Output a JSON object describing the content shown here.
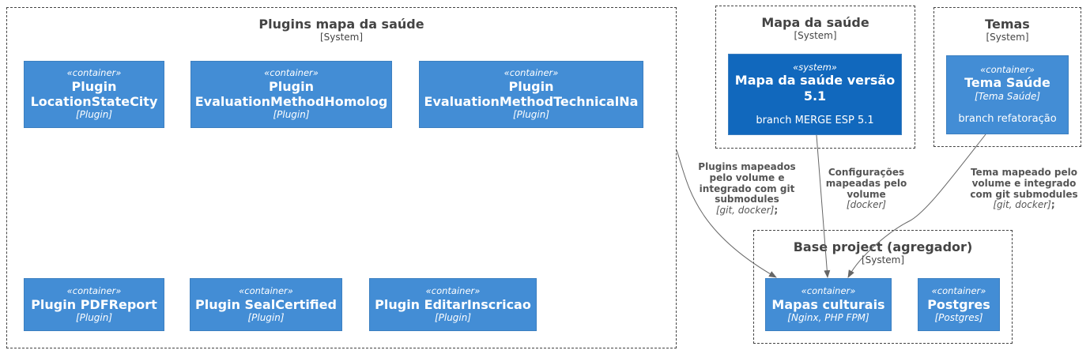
{
  "boundaries": {
    "plugins": {
      "title": "Plugins mapa da saúde",
      "subtitle": "[System]"
    },
    "mapa": {
      "title": "Mapa da saúde",
      "subtitle": "[System]"
    },
    "temas": {
      "title": "Temas",
      "subtitle": "[System]"
    },
    "base": {
      "title": "Base project (agregador)",
      "subtitle": "[System]"
    }
  },
  "nodes": {
    "location": {
      "stereotype": "«container»",
      "title_1": "Plugin",
      "title_2": "LocationStateCity",
      "tech": "[Plugin]"
    },
    "homolog": {
      "stereotype": "«container»",
      "title_1": "Plugin",
      "title_2": "EvaluationMethodHomolog",
      "tech": "[Plugin]"
    },
    "technical": {
      "stereotype": "«container»",
      "title_1": "Plugin",
      "title_2": "EvaluationMethodTechnicalNa",
      "tech": "[Plugin]"
    },
    "pdf": {
      "stereotype": "«container»",
      "title": "Plugin PDFReport",
      "tech": "[Plugin]"
    },
    "seal": {
      "stereotype": "«container»",
      "title": "Plugin SealCertified",
      "tech": "[Plugin]"
    },
    "editar": {
      "stereotype": "«container»",
      "title": "Plugin EditarInscricao",
      "tech": "[Plugin]"
    },
    "mapa51": {
      "stereotype": "«system»",
      "title_1": "Mapa da saúde versão",
      "title_2": "5.1",
      "desc": "branch MERGE ESP 5.1"
    },
    "tema": {
      "stereotype": "«container»",
      "title": "Tema Saúde",
      "tech": "[Tema Saúde]",
      "desc": "branch refatoração"
    },
    "mapas": {
      "stereotype": "«container»",
      "title": "Mapas culturais",
      "tech": "[Nginx, PHP FPM]"
    },
    "postgres": {
      "stereotype": "«container»",
      "title": "Postgres",
      "tech": "[Postgres]"
    }
  },
  "edges": {
    "plugins": {
      "l1": "Plugins mapeados",
      "l2": "pelo volume e",
      "l3": "integrado com git",
      "l4": "submodules",
      "tech": "[git, docker]",
      "suffix": ";"
    },
    "config": {
      "l1": "Configurações",
      "l2": "mapeadas pelo",
      "l3": "volume",
      "tech": "[docker]"
    },
    "tema": {
      "l1": "Tema mapeado pelo",
      "l2": "volume e integrado",
      "l3": "com git submodules",
      "tech": "[git, docker]",
      "suffix": ";"
    }
  },
  "colors": {
    "container": "#438dd5",
    "system": "#1168bd",
    "boundary": "#444444",
    "arrow": "#666666"
  }
}
